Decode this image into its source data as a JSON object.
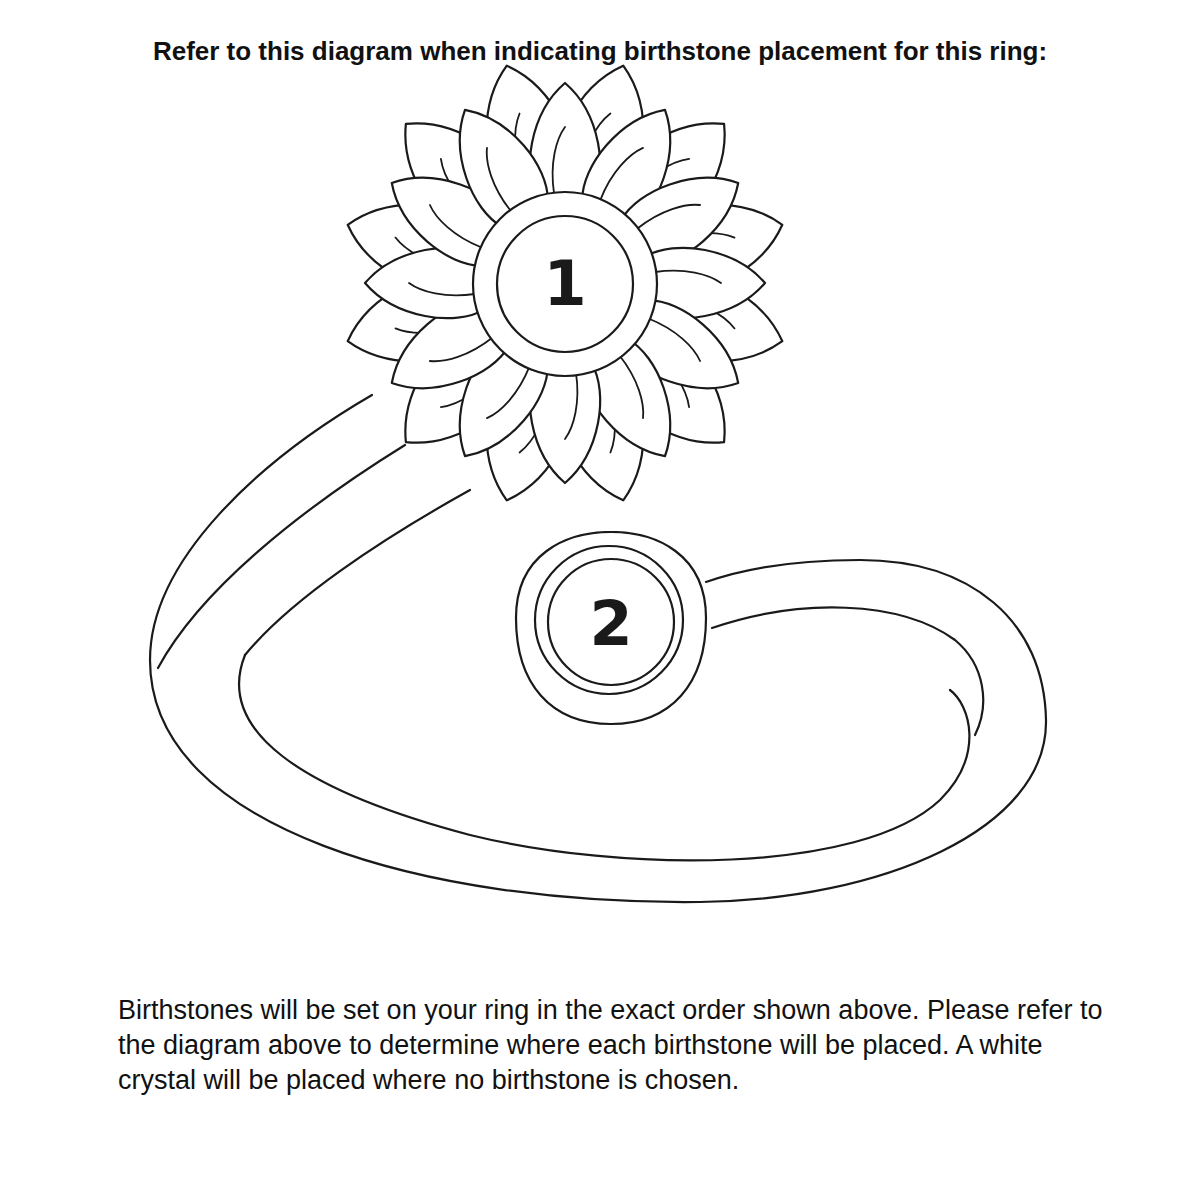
{
  "diagram": {
    "title": "Refer to this diagram when indicating birthstone placement for this ring:",
    "caption": "Birthstones will be set on your ring in the exact order shown above. Please refer to the diagram above to determine where each birthstone will be placed. A white crystal will be placed where no birthstone is chosen.",
    "nodes": [
      {
        "text": [
          "1"
        ]
      },
      {
        "text": [
          "2"
        ]
      }
    ]
  }
}
